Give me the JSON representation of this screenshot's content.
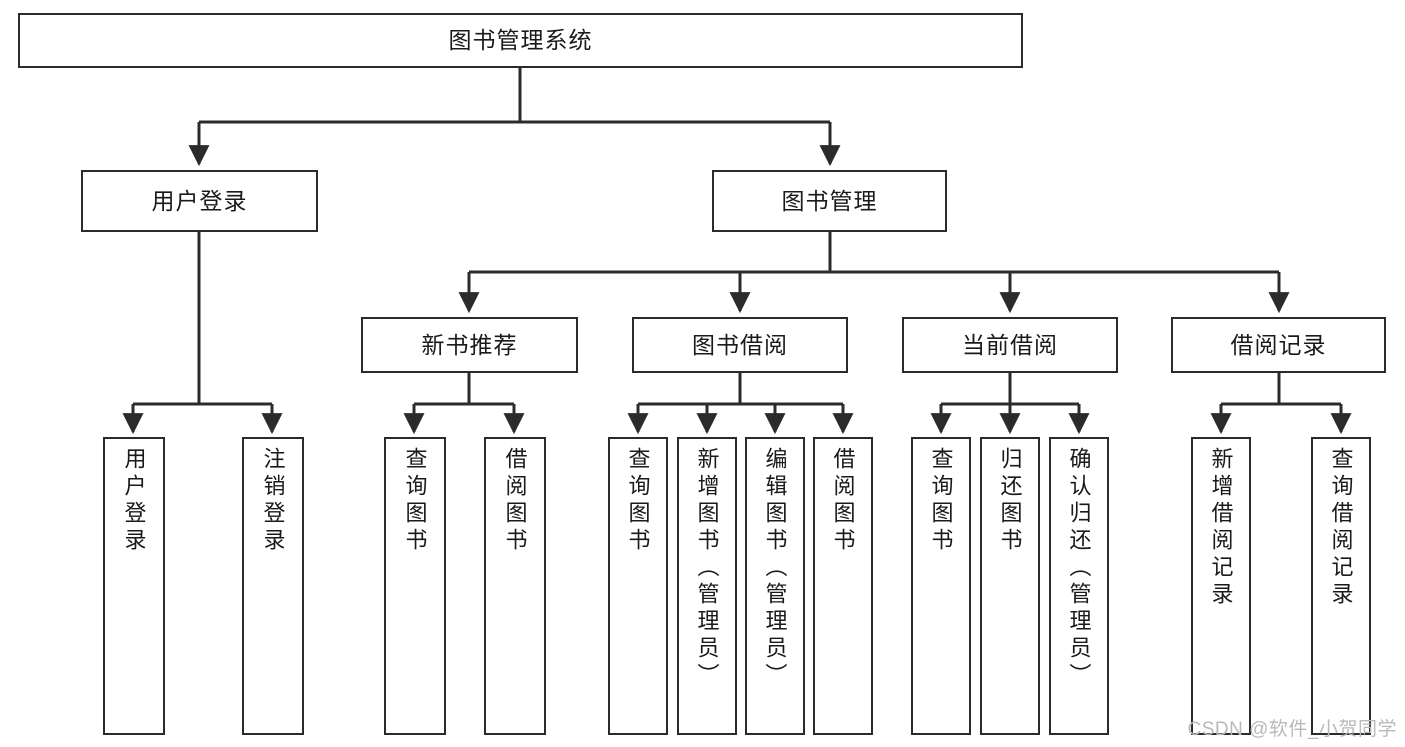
{
  "diagram": {
    "title": "图书管理系统",
    "type": "hierarchy-tree",
    "colors": {
      "box_border": "#2b2b2b",
      "box_fill": "#ffffff",
      "connector": "#2b2b2b",
      "text": "#1a1a1a",
      "watermark": "#b9b9b9"
    },
    "nodes": {
      "root": {
        "label": "图书管理系统"
      },
      "level2": [
        {
          "label": "用户登录"
        },
        {
          "label": "图书管理"
        }
      ],
      "level3": [
        {
          "label": "新书推荐"
        },
        {
          "label": "图书借阅"
        },
        {
          "label": "当前借阅"
        },
        {
          "label": "借阅记录"
        }
      ],
      "leaves": {
        "user_login": [
          {
            "label": "用户登录"
          },
          {
            "label": "注销登录"
          }
        ],
        "new_book_recommend": [
          {
            "label": "查询图书"
          },
          {
            "label": "借阅图书"
          }
        ],
        "book_borrow": [
          {
            "label": "查询图书"
          },
          {
            "label": "新增图书（管理员）"
          },
          {
            "label": "编辑图书（管理员）"
          },
          {
            "label": "借阅图书"
          }
        ],
        "current_borrow": [
          {
            "label": "查询图书"
          },
          {
            "label": "归还图书"
          },
          {
            "label": "确认归还（管理员）"
          }
        ],
        "borrow_record": [
          {
            "label": "新增借阅记录"
          },
          {
            "label": "查询借阅记录"
          }
        ]
      }
    }
  },
  "watermark": {
    "text": "CSDN @软件_小贺同学"
  }
}
